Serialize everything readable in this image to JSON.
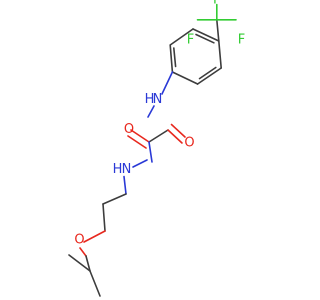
{
  "molecule": {
    "atoms": {
      "F_top": "F",
      "F_left": "F",
      "F_right": "F",
      "NH_upper": "N",
      "H_upper": "H",
      "O_left": "O",
      "O_right": "O",
      "NH_lower": "N",
      "H_lower": "H",
      "O_ether": "O"
    }
  },
  "colors": {
    "bond": "#3d3d3d",
    "oxygen": "#e8281e",
    "nitrogen": "#2a39d6",
    "fluorine": "#33cc33"
  }
}
